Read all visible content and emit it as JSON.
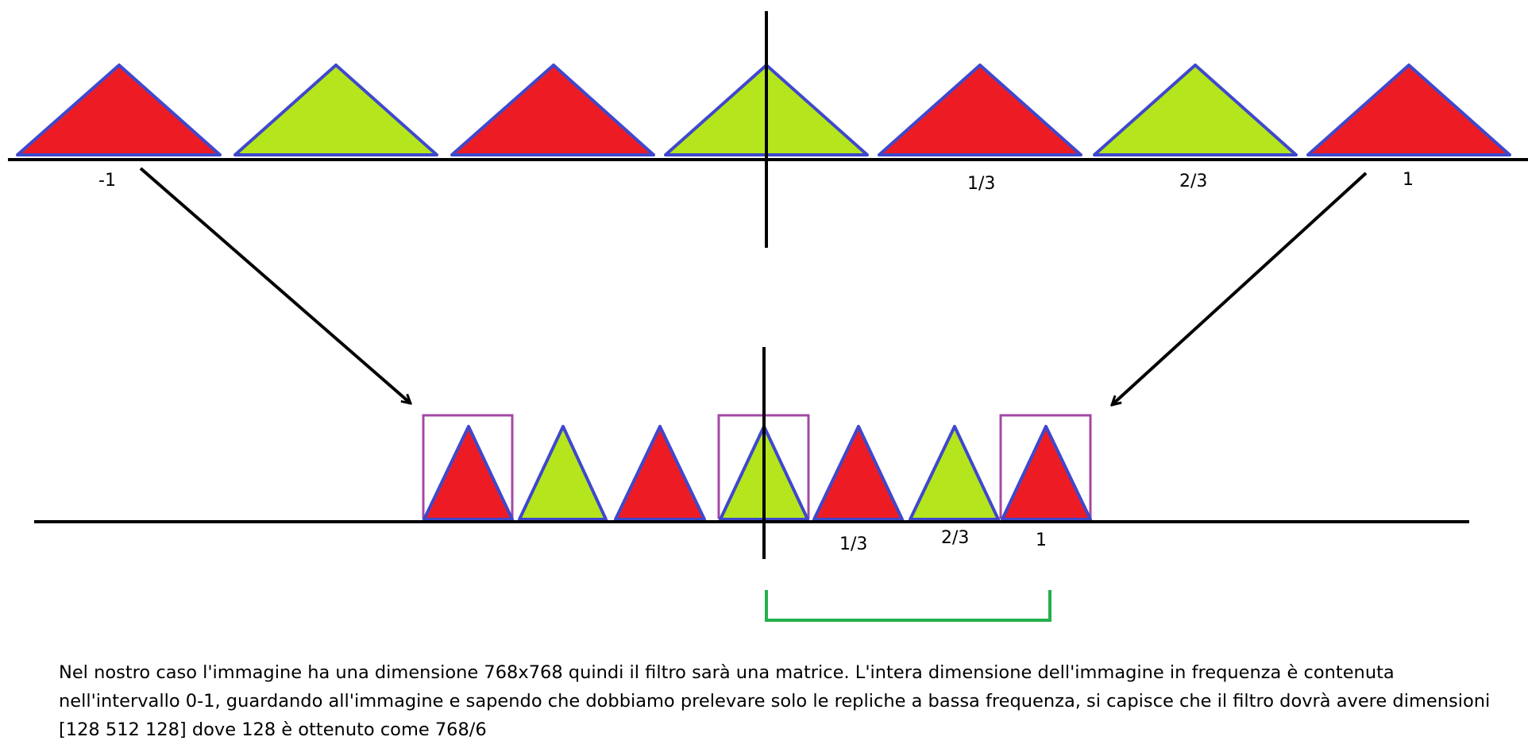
{
  "colors": {
    "red": "#ed1c24",
    "green": "#b5e61d",
    "triangle_outline": "#3f48cc",
    "box_outline": "#a349a4",
    "bracket": "#22b14c",
    "axis": "#000000"
  },
  "top_row": {
    "replicas": [
      "red",
      "green",
      "red",
      "green",
      "red",
      "green",
      "red"
    ],
    "labels": [
      "-1",
      "1/3",
      "2/3",
      "1"
    ]
  },
  "bottom_row": {
    "replicas": [
      "red",
      "green",
      "red",
      "green",
      "red",
      "green",
      "red"
    ],
    "highlighted": [
      0,
      3,
      6
    ],
    "labels": [
      "1/3",
      "2/3",
      "1"
    ]
  },
  "caption": "Nel nostro caso l'immagine ha una dimensione 768x768 quindi il filtro sarà una matrice. L'intera dimensione dell'immagine in frequenza è contenuta nell'intervallo 0-1, guardando all'immagine e sapendo che dobbiamo prelevare solo le repliche a bassa frequenza, si capisce che il filtro dovrà avere dimensioni [128 512 128] dove 128 è ottenuto come 768/6"
}
